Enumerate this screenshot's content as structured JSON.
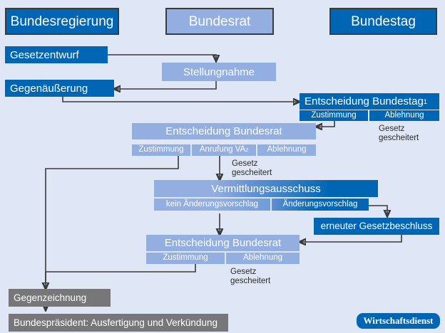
{
  "page": {
    "background": "#dfe6f5",
    "accent_dark": "#0066b3",
    "accent_light": "#93aee0",
    "grey": "#77777a"
  },
  "headers": [
    {
      "id": "bundesregierung",
      "label": "Bundesregierung"
    },
    {
      "id": "bundesrat",
      "label": "Bundesrat"
    },
    {
      "id": "bundestag",
      "label": "Bundestag"
    }
  ],
  "steps": {
    "gesetzentwurf": "Gesetzentwurf",
    "stellungnahme": "Stellungnahme",
    "gegenaeusserung": "Gegenäußerung",
    "entscheidung_bundestag": "Entscheidung Bundestag",
    "entscheidung_bundestag_sup": "1",
    "entscheidung_bundesrat_1": "Entscheidung Bundesrat",
    "vermittlungsausschuss": "Vermittlungsausschuss",
    "erneuter_gesetzbeschluss": "erneuter Gesetzbeschluss",
    "entscheidung_bundesrat_2": "Entscheidung Bundesrat",
    "gegenzeichnung": "Gegenzeichnung",
    "bundespraesident": "Bundespräsident: Ausfertigung und Verkündung"
  },
  "options": {
    "bt_zustimmung": "Zustimmung",
    "bt_ablehnung": "Ablehnung",
    "br1_zustimmung": "Zustimmung",
    "br1_anrufung": "Anrufung VA",
    "br1_anrufung_sup": "2",
    "br1_ablehnung": "Ablehnung",
    "va_kein": "kein Änderungsvorschlag",
    "va_aenderung": "Änderungsvorschlag",
    "br2_zustimmung": "Zustimmung",
    "br2_ablehnung": "Ablehnung"
  },
  "notes": {
    "gescheitert_1": "Gesetz\ngescheitert",
    "gescheitert_2": "Gesetz\ngescheitert",
    "gescheitert_3": "Gesetz\ngescheitert"
  },
  "branding": {
    "wirtschaftsdienst": "Wirtschaftsdienst"
  }
}
